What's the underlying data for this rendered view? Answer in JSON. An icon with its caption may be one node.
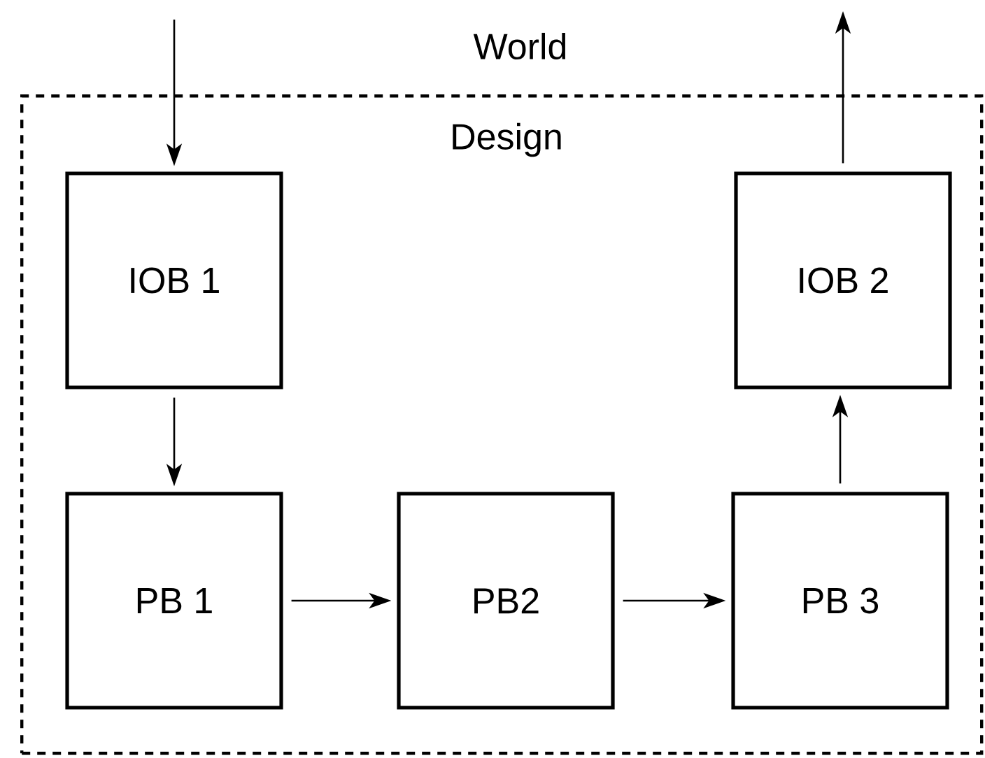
{
  "diagram": {
    "nodes": [
      {
        "text": [
          "Design"
        ]
      },
      {
        "text": [
          "IOB 1"
        ],
        "in": 0
      },
      {
        "text": [
          "IOB 2"
        ],
        "in": 0
      },
      {
        "text": [
          "PB 1"
        ],
        "in": 0
      },
      {
        "text": [
          "PB2"
        ],
        "in": 0
      },
      {
        "text": [
          "PB 3"
        ],
        "in": 0
      }
    ],
    "edges": [
      {
        "from": null,
        "to": 1,
        "arrow": "to"
      },
      {
        "from": 1,
        "to": 3,
        "arrow": "to"
      },
      {
        "from": 3,
        "to": 4,
        "arrow": "to"
      },
      {
        "from": 4,
        "to": 5,
        "arrow": "to"
      },
      {
        "from": 5,
        "to": 2,
        "arrow": "to"
      },
      {
        "from": 2,
        "to": null,
        "arrow": "to"
      }
    ],
    "labels": [
      "World"
    ]
  }
}
